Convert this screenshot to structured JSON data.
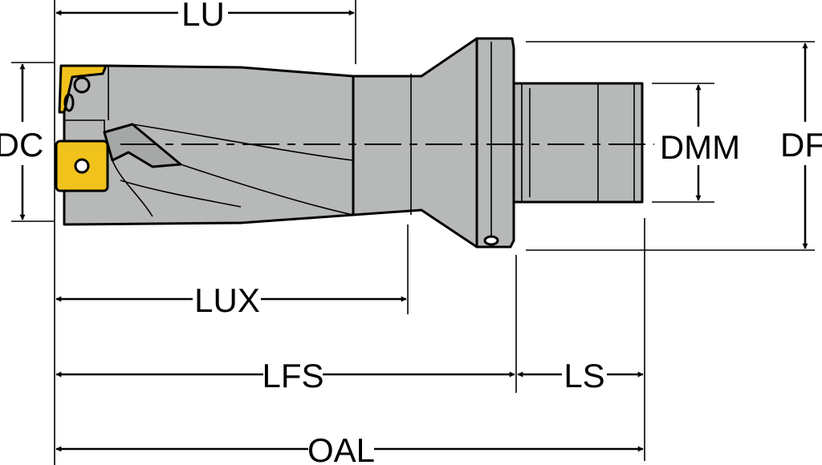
{
  "labels": {
    "lu": "LU",
    "dc": "DC",
    "dmm": "DMM",
    "df": "DF",
    "lux": "LUX",
    "lfs": "LFS",
    "ls": "LS",
    "oal": "OAL"
  },
  "colors": {
    "body": "#b6b9b8",
    "body_shadow": "#a5a8a7",
    "insert": "#f1c21b",
    "line": "#000000"
  }
}
